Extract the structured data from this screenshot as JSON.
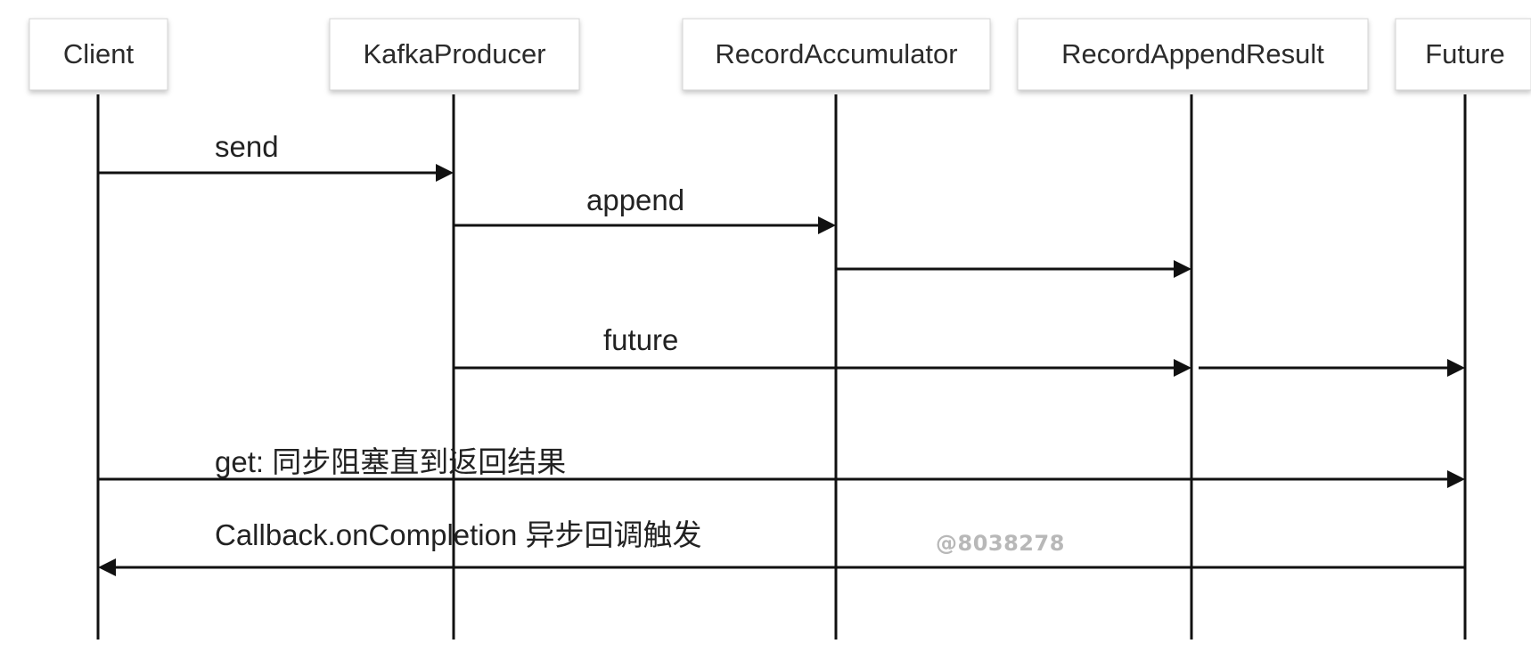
{
  "participants": [
    {
      "id": "client",
      "label": "Client"
    },
    {
      "id": "kafka-producer",
      "label": "KafkaProducer"
    },
    {
      "id": "record-accumulator",
      "label": "RecordAccumulator"
    },
    {
      "id": "record-append-result",
      "label": "RecordAppendResult"
    },
    {
      "id": "future",
      "label": "Future"
    }
  ],
  "messages": [
    {
      "id": "send",
      "label": "send",
      "from": "client",
      "to": "kafka-producer"
    },
    {
      "id": "append",
      "label": "append",
      "from": "kafka-producer",
      "to": "record-accumulator"
    },
    {
      "id": "accumulator-to-result",
      "label": "",
      "from": "record-accumulator",
      "to": "record-append-result"
    },
    {
      "id": "future",
      "label": "future",
      "from": "kafka-producer",
      "to": "record-append-result"
    },
    {
      "id": "result-to-future",
      "label": "",
      "from": "record-append-result",
      "to": "future"
    },
    {
      "id": "get",
      "label": "get: 同步阻塞直到返回结果",
      "from": "client",
      "to": "future"
    },
    {
      "id": "callback",
      "label": "Callback.onCompletion 异步回调触发",
      "from": "future",
      "to": "client"
    }
  ],
  "watermark": "@8038278",
  "colors": {
    "line": "#111111",
    "box_border": "#d6d6d6",
    "text": "#222222",
    "watermark": "#b8b8b8"
  }
}
